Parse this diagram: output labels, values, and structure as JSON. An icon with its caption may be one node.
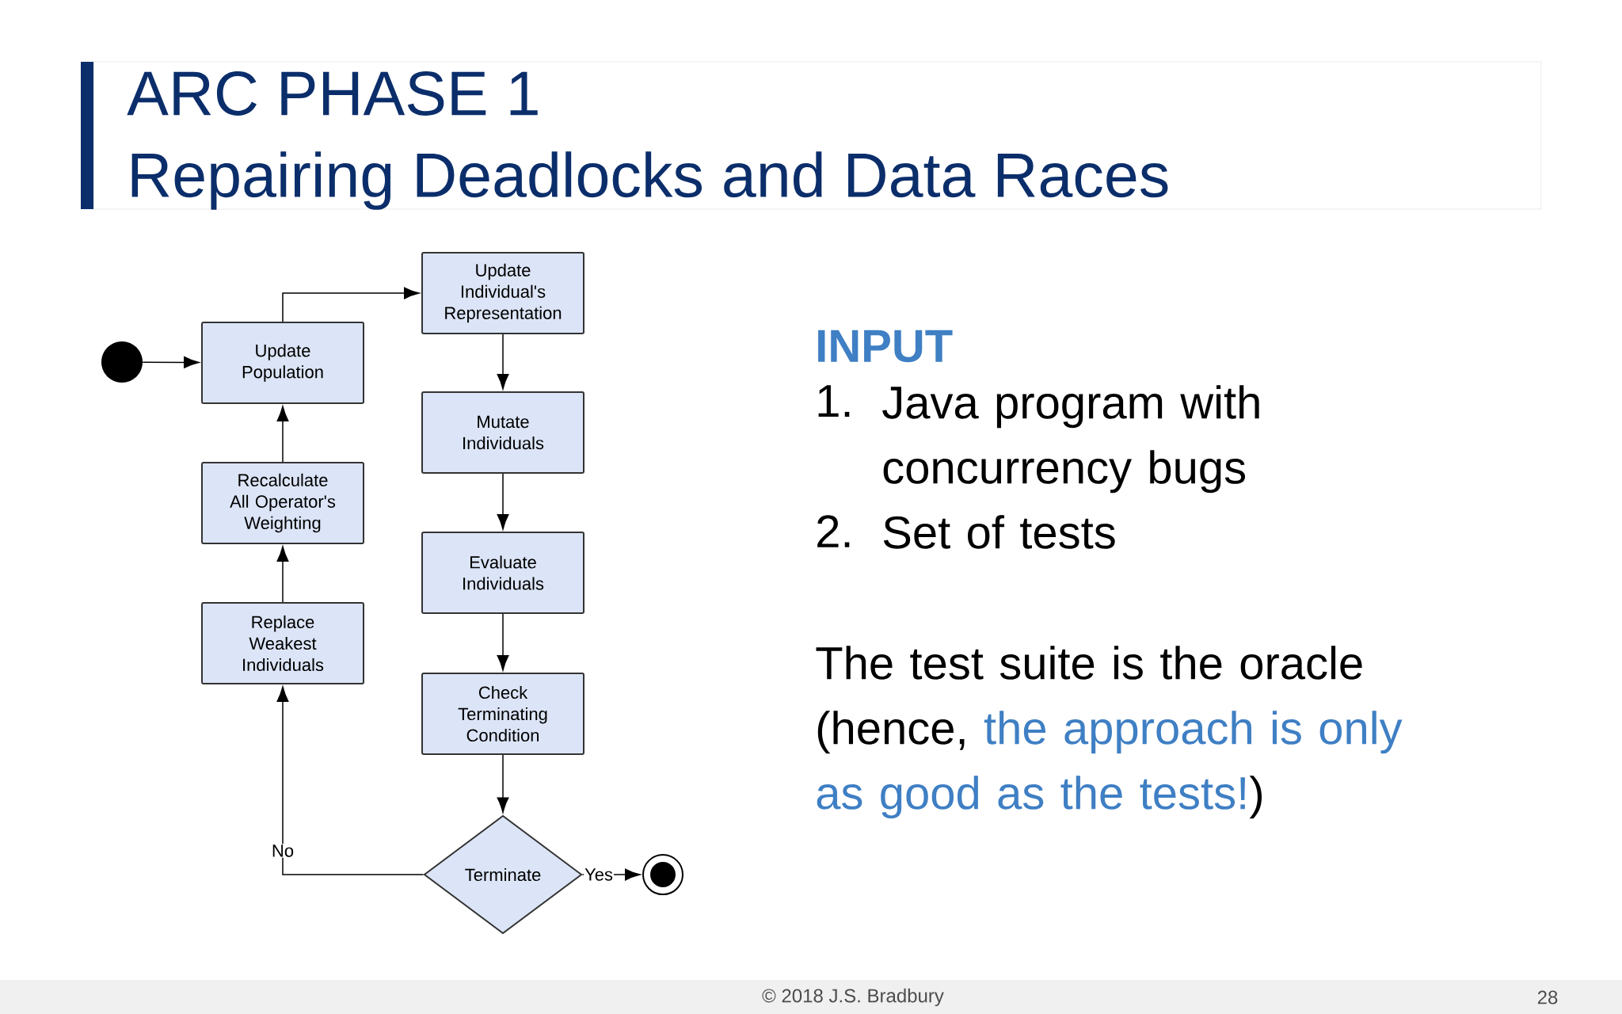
{
  "diagram": {
    "title": "ARC PHASE 1",
    "nodes": [
      {
        "text": [],
        "shape": "circle"
      },
      {
        "text": [
          "Update Population"
        ]
      },
      {
        "text": [
          "Update Individual's Representation"
        ]
      },
      {
        "text": [
          "Mutate Individuals"
        ]
      },
      {
        "text": [
          "Recalculate All Operator's Weighting"
        ]
      },
      {
        "text": [
          "Evaluate Individuals"
        ]
      },
      {
        "text": [
          "Replace Weakest Individuals"
        ]
      },
      {
        "text": [
          "Check Terminating Condition"
        ]
      },
      {
        "text": [
          "Terminate"
        ]
      },
      {
        "text": [],
        "shape": "circle"
      }
    ],
    "edges": [
      {
        "from": 0,
        "to": 1,
        "arrow": "to"
      },
      {
        "from": 1,
        "to": 2,
        "arrow": "to"
      },
      {
        "from": 2,
        "to": 3,
        "arrow": "to"
      },
      {
        "from": 3,
        "to": 5,
        "arrow": "to"
      },
      {
        "from": 5,
        "to": 7,
        "arrow": "to"
      },
      {
        "from": 7,
        "to": 8,
        "arrow": "to"
      },
      {
        "from": 8,
        "to": 9,
        "label": "Yes",
        "arrow": "to"
      },
      {
        "from": 8,
        "to": 6,
        "label": "No",
        "arrow": "to"
      },
      {
        "from": 6,
        "to": 4,
        "arrow": "to"
      },
      {
        "from": 4,
        "to": 1,
        "arrow": "to"
      }
    ],
    "labels": [
      "Repairing Deadlocks and Data Races",
      "INPUT",
      "1.",
      "Java program with concurrency bugs",
      "2.",
      "Set of tests",
      "The test suite is the oracle (hence,",
      "the approach is only as good as the tests!",
      ")",
      "© 2018 J.S. Bradbury",
      "28"
    ]
  }
}
